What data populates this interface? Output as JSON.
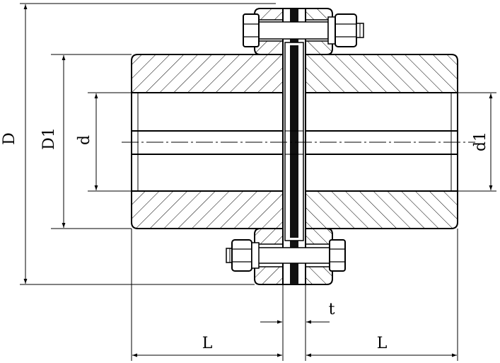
{
  "diagram": {
    "labels": {
      "outer_diameter": "D",
      "hub_diameter": "D1",
      "bore_left": "d",
      "bore_right": "d1",
      "hub_length_left": "L",
      "hub_length_right": "L",
      "spacer_thickness": "t"
    },
    "colors": {
      "line": "#000000",
      "background": "#ffffff"
    }
  }
}
